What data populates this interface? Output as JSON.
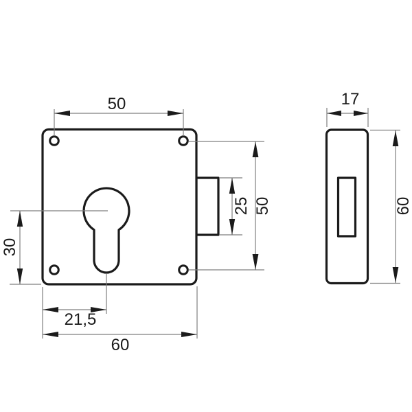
{
  "drawing": {
    "kind": "lock-case-technical-drawing",
    "units_note": "mm (decimal comma notation)",
    "front_view": {
      "dimensions": {
        "hole_spacing_horizontal": "50",
        "bolt_height": "25",
        "hole_spacing_vertical": "50",
        "cylinder_axis_to_bottom": "30",
        "left_edge_to_cylinder_axis": "21,5",
        "overall_width": "60"
      }
    },
    "side_view": {
      "dimensions": {
        "depth": "17",
        "overall_height": "60"
      }
    },
    "colors": {
      "background": "#ffffff",
      "outline": "#1b1b1b",
      "dimension_line": "#7f7f7f",
      "arrow": "#1b1b1b",
      "text": "#1b1b1b"
    }
  }
}
